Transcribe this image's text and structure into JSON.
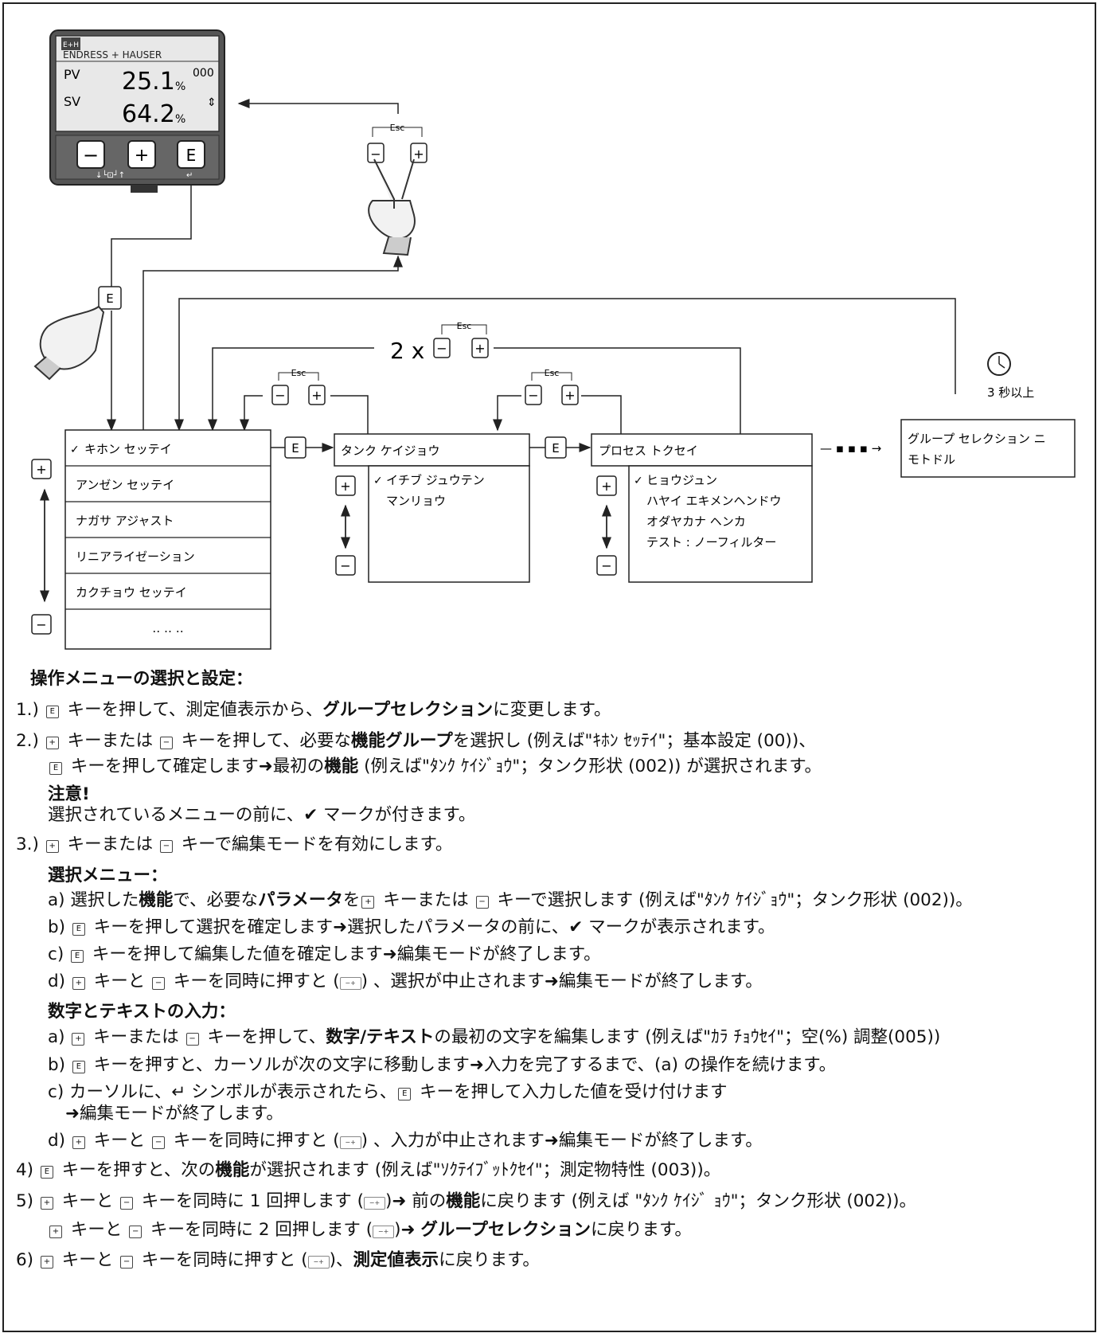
{
  "device": {
    "brand": "ENDRESS + HAUSER",
    "logo": "E+H",
    "pv_label": "PV",
    "pv_value": "25.1",
    "pv_unit": "%",
    "code": "000",
    "sv_label": "SV",
    "sv_value": "64.2",
    "sv_unit": "%",
    "sv_symbol": "⇕",
    "key_minus": "−",
    "key_plus": "+",
    "key_e": "E"
  },
  "keys": {
    "esc": "Esc",
    "minus": "−",
    "plus": "+",
    "e": "E"
  },
  "diagram": {
    "two_x": "2 x",
    "time_label": "3 秒以上",
    "menu1_items": [
      "キホン セッテイ",
      "アンゼン セッテイ",
      "ナガサ アジャスト",
      "リニアライゼーション",
      "カクチョウ セッテイ",
      "‥ ‥ ‥"
    ],
    "menu2_title": "タンク ケイジョウ",
    "menu2_items": [
      "イチブ ジュウテン",
      "マンリョウ"
    ],
    "menu3_title": "プロセス トクセイ",
    "menu3_items": [
      "ヒョウジュン",
      "ハヤイ エキメンヘンドウ",
      "オダヤカナ ヘンカ",
      "テスト : ノーフィルター"
    ],
    "menu4_lines": [
      "グループ セレクション ニ",
      "モトドル"
    ],
    "dots": "— ▪ ▪ ▪ →"
  },
  "instructions": {
    "heading": "操作メニューの選択と設定：",
    "l1_n": "1.)",
    "l1_a": " キーを押して、測定値表示から、",
    "l1_b": "グループセレクション",
    "l1_c": "に変更します。",
    "l2_n": "2.)",
    "l2_a": " キーまたは ",
    "l2_b": " キーを押して、必要な",
    "l2_c": "機能グループ",
    "l2_d": "を選択し (例えば\"ｷﾎﾝ ｾｯﾃｲ\"；基本設定 (00))、",
    "l2b_a": " キーを押して確定します➜最初の",
    "l2b_b": "機能",
    "l2b_c": " (例えば\"ﾀﾝｸ ｹｲｼﾞｮｳ\"；タンク形状 (002)) が選択されます。",
    "note_h": "注意!",
    "note_t": "選択されているメニューの前に、✔ マークが付きます。",
    "l3_n": "3.)",
    "l3_a": " キーまたは ",
    "l3_b": " キーで編集モードを有効にします。",
    "sel_h": "選択メニュー：",
    "sa_a": "a) 選択した",
    "sa_b": "機能",
    "sa_c": "で、必要な",
    "sa_d": "パラメータ",
    "sa_e": "を",
    "sa_f": " キーまたは ",
    "sa_g": " キーで選択します (例えば\"ﾀﾝｸ ｹｲｼﾞｮｳ\"；タンク形状 (002))。",
    "sb_a": "b) ",
    "sb_b": " キーを押して選択を確定します➜選択したパラメータの前に、✔ マークが表示されます。",
    "sc_a": "c) ",
    "sc_b": " キーを押して編集した値を確定します➜編集モードが終了します。",
    "sd_a": "d) ",
    "sd_b": " キーと ",
    "sd_c": " キーを同時に押すと (",
    "sd_d": ") 、選択が中止されます➜編集モードが終了します。",
    "num_h": "数字とテキストの入力：",
    "na_a": "a) ",
    "na_b": " キーまたは ",
    "na_c": " キーを押して、",
    "na_d": "数字/テキスト",
    "na_e": "の最初の文字を編集します (例えば\"ｶﾗ ﾁｮｳｾｲ\"；空(%) 調整(005))",
    "nb_a": "b) ",
    "nb_b": " キーを押すと、カーソルが次の文字に移動します➜入力を完了するまで、(a) の操作を続けます。",
    "nc_a": "c) カーソルに、↵ シンボルが表示されたら、",
    "nc_b": " キーを押して入力した値を受け付けます",
    "nc2": "➜編集モードが終了します。",
    "nd_a": "d) ",
    "nd_b": " キーと ",
    "nd_c": " キーを同時に押すと (",
    "nd_d": ") 、入力が中止されます➜編集モードが終了します。",
    "l4_n": "4)",
    "l4_a": " キーを押すと、次の",
    "l4_b": "機能",
    "l4_c": "が選択されます (例えば\"ｿｸﾃｲﾌﾞｯﾄｸｾｲ\"；測定物特性 (003))。",
    "l5_n": "5)",
    "l5_a": " キーと ",
    "l5_b": " キーを同時に 1 回押します (",
    "l5_c": ")➜ 前の",
    "l5_d": "機能",
    "l5_e": "に戻ります (例えば \"ﾀﾝｸ ｹｲｼﾞ ｮｳ\"；タンク形状 (002))。",
    "l5b_a": " キーと ",
    "l5b_b": " キーを同時に 2 回押します (",
    "l5b_c": ")➜ ",
    "l5b_d": "グループセレクション",
    "l5b_e": "に戻ります。",
    "l6_n": "6)",
    "l6_a": " キーと ",
    "l6_b": " キーを同時に押すと (",
    "l6_c": ")、",
    "l6_d": "測定値表示",
    "l6_e": "に戻ります。"
  }
}
